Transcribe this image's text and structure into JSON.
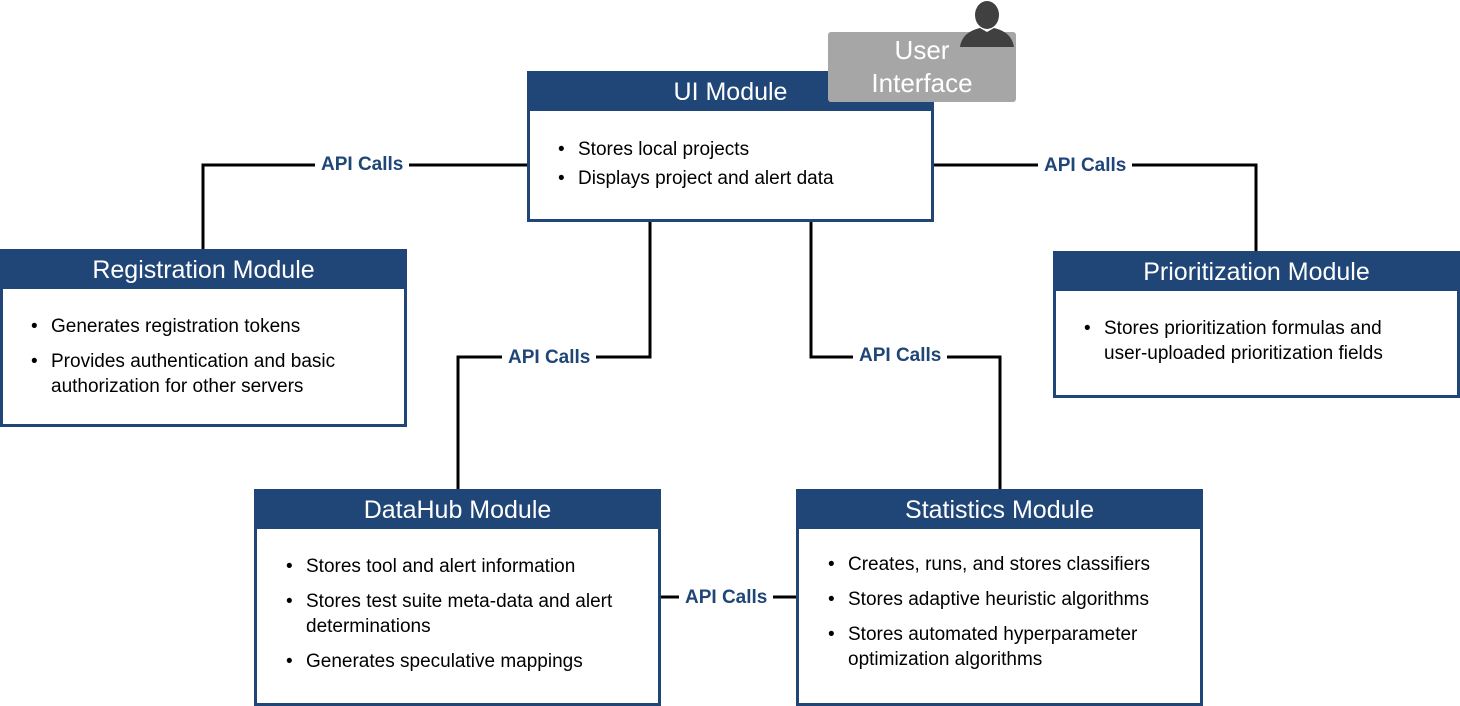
{
  "diagram": {
    "colors": {
      "module_header": "#1f4677",
      "api_label": "#1f4677",
      "connector": "#000000",
      "user_box": "#a6a6a6"
    },
    "user_interface": {
      "label_line1": "User",
      "label_line2": "Interface",
      "icon": "person-icon"
    },
    "modules": {
      "ui": {
        "title": "UI Module",
        "items": [
          "Stores local projects",
          "Displays project and alert data"
        ]
      },
      "registration": {
        "title": "Registration Module",
        "items": [
          "Generates registration tokens",
          "Provides authentication and basic authorization for other servers"
        ]
      },
      "prioritization": {
        "title": "Prioritization Module",
        "items": [
          "Stores prioritization formulas and user-uploaded prioritization fields"
        ]
      },
      "datahub": {
        "title": "DataHub Module",
        "items": [
          "Stores tool and alert information",
          "Stores test suite meta-data and alert determinations",
          "Generates speculative mappings"
        ]
      },
      "statistics": {
        "title": "Statistics Module",
        "items": [
          "Creates, runs, and stores classifiers",
          "Stores adaptive heuristic algorithms",
          "Stores automated hyperparameter optimization algorithms"
        ]
      }
    },
    "connections": [
      {
        "from": "ui",
        "to": "registration",
        "label": "API Calls"
      },
      {
        "from": "ui",
        "to": "prioritization",
        "label": "API Calls"
      },
      {
        "from": "ui",
        "to": "datahub",
        "label": "API Calls"
      },
      {
        "from": "ui",
        "to": "statistics",
        "label": "API Calls"
      },
      {
        "from": "datahub",
        "to": "statistics",
        "label": "API Calls"
      }
    ]
  }
}
